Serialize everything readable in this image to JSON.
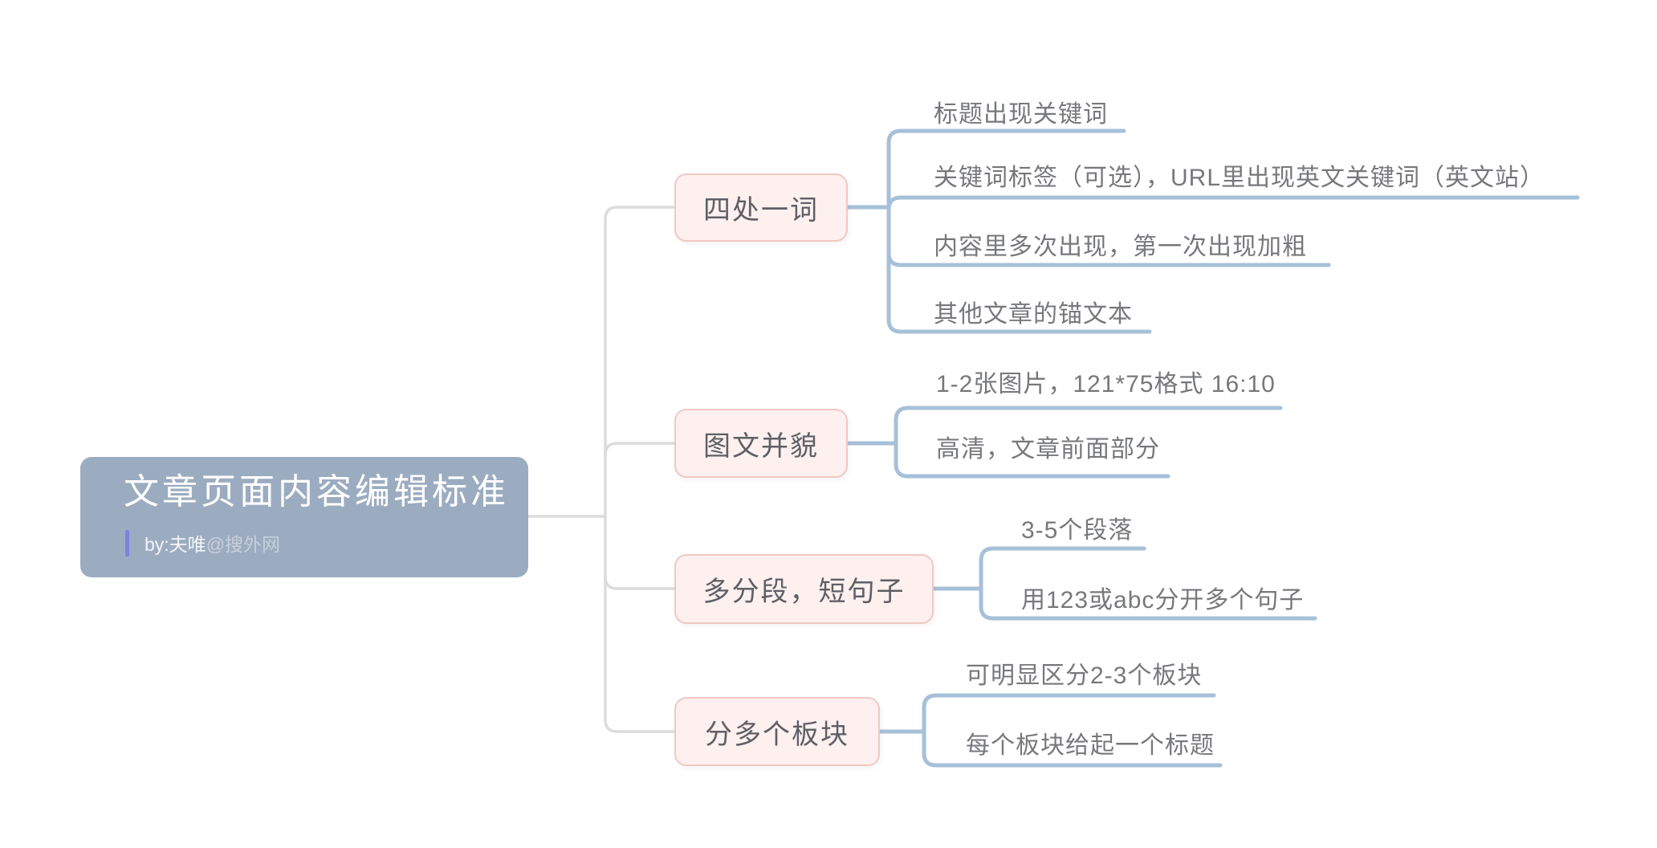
{
  "root": {
    "title": "文章页面内容编辑标准",
    "author": "by:夫唯",
    "site": "@搜外网"
  },
  "branches": [
    {
      "label": "四处一词",
      "children": [
        "标题出现关键词",
        "关键词标签（可选），URL里出现英文关键词（英文站）",
        "内容里多次出现，第一次出现加粗",
        "其他文章的锚文本"
      ]
    },
    {
      "label": "图文并貌",
      "children": [
        "1-2张图片，121*75格式 16:10",
        "高清，文章前面部分"
      ]
    },
    {
      "label": "多分段，短句子",
      "children": [
        "3-5个段落",
        "用123或abc分开多个句子"
      ]
    },
    {
      "label": "分多个板块",
      "children": [
        "可明显区分2-3个板块",
        "每个板块给起一个标题"
      ]
    }
  ],
  "colors": {
    "root_fill": "#9cacc0",
    "byline_bar": "#7c81e2",
    "branch_fill": "#fdf0ee",
    "branch_border": "#f0c8c4",
    "leaf_line_blue": "#a6c0d8",
    "trunk_line_gray": "#dcdcdc"
  }
}
